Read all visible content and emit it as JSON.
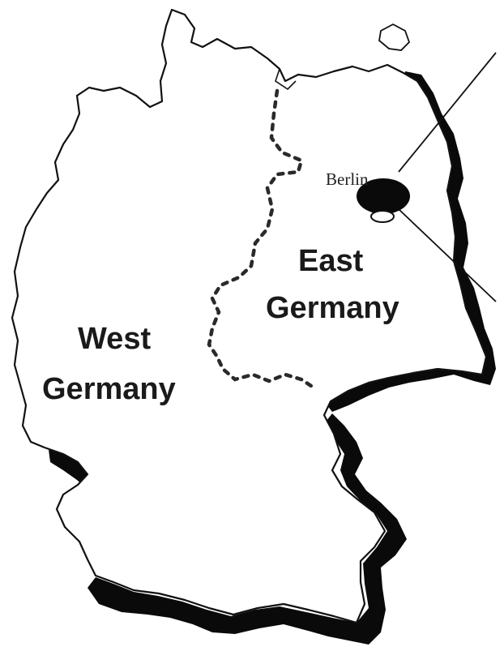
{
  "map": {
    "regions": {
      "west": {
        "line1": "West",
        "line2": "Germany"
      },
      "east": {
        "line1": "East",
        "line2": "Germany"
      }
    },
    "cities": {
      "capital": {
        "name": "Berlin"
      }
    },
    "colors": {
      "land": "#ffffff",
      "outline": "#111111",
      "shadow": "#0a0a0a",
      "border": "#2a2a2a"
    }
  }
}
